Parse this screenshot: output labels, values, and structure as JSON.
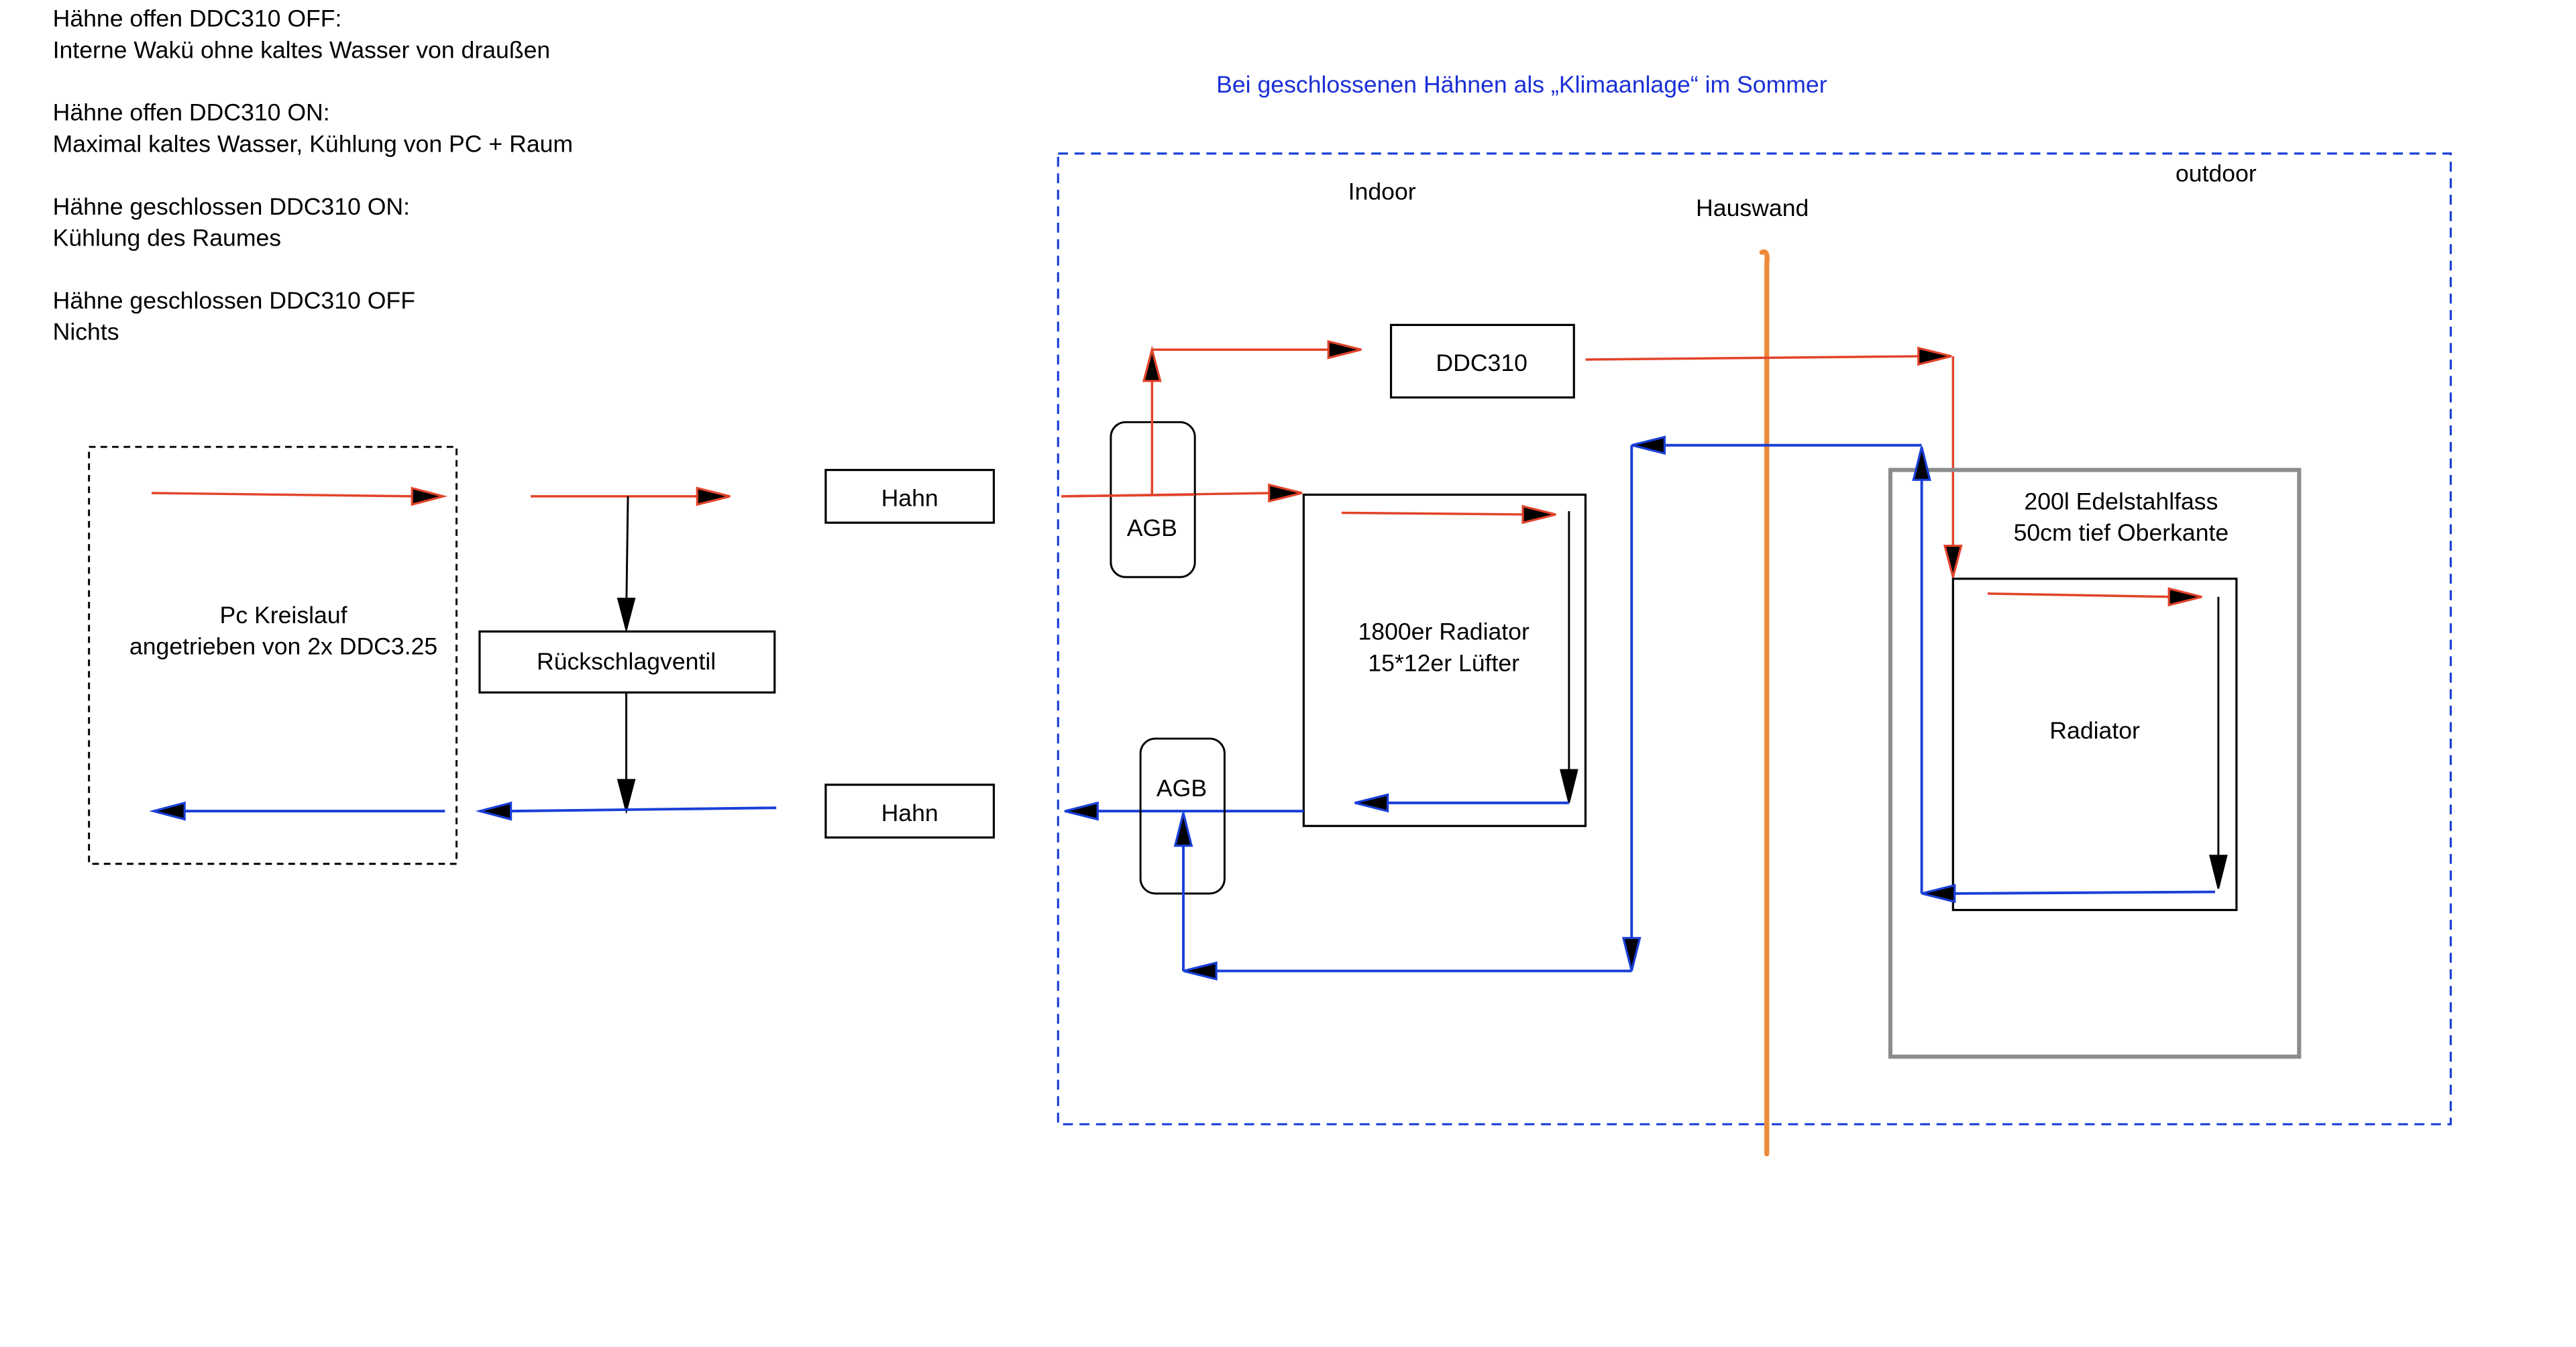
{
  "notes": [
    {
      "title": "Hähne offen DDC310 OFF:",
      "text": "Interne Wakü ohne kaltes Wasser von draußen"
    },
    {
      "title": "Hähne offen DDC310 ON:",
      "text": "Maximal kaltes Wasser, Kühlung von PC + Raum"
    },
    {
      "title": "Hähne geschlossen DDC310 ON:",
      "text": "Kühlung des Raumes"
    },
    {
      "title": "Hähne geschlossen DDC310 OFF",
      "text": "Nichts"
    }
  ],
  "annotation": "Bei geschlossenen Hähnen als „Klimaanlage“ im Sommer",
  "zones": {
    "indoor": "Indoor",
    "wall": "Hauswand",
    "outdoor": "outdoor"
  },
  "components": {
    "pc_loop": {
      "line1": "Pc Kreislauf",
      "line2": "angetrieben von 2x DDC3.25"
    },
    "check_valve": "Rückschlagventil",
    "valve_top": "Hahn",
    "valve_bottom": "Hahn",
    "reservoir_top": "AGB",
    "reservoir_bottom": "AGB",
    "pump": "DDC310",
    "indoor_radiator": {
      "line1": "1800er Radiator",
      "line2": "15*12er Lüfter"
    },
    "barrel": {
      "line1": "200l Edelstahlfass",
      "line2": "50cm tief Oberkante"
    },
    "barrel_radiator": "Radiator"
  },
  "colors": {
    "hot_flow": "#e2432a",
    "cold_flow": "#1a3fd8",
    "wall": "#ee8a3a",
    "zone_border": "#1a3fd8",
    "barrel_border": "#8c8c8c",
    "annotation": "#1a2fd6"
  }
}
